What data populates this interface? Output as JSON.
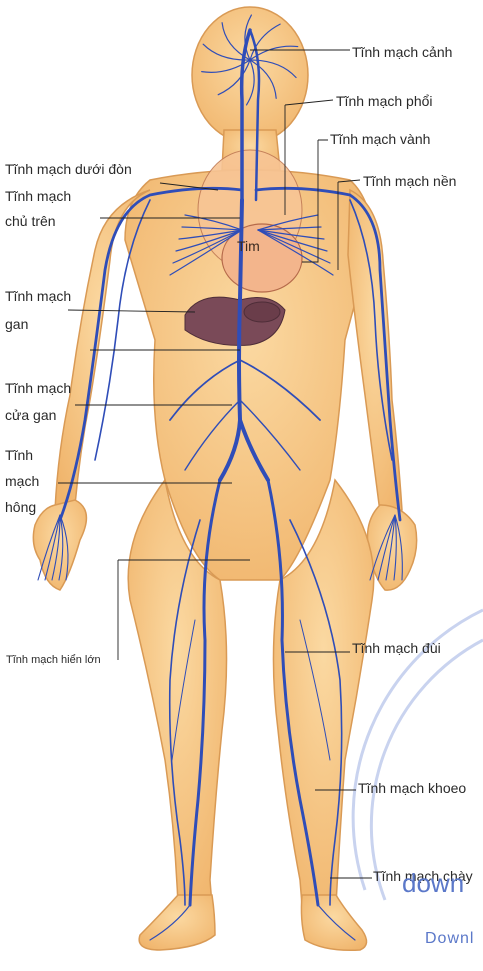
{
  "diagram": {
    "heart_label": "Tim",
    "labels": [
      {
        "id": "tinh-mach-canh",
        "text": "Tĩnh mạch cảnh"
      },
      {
        "id": "tinh-mach-phoi",
        "text": "Tĩnh mạch phổi"
      },
      {
        "id": "tinh-mach-vanh",
        "text": "Tĩnh mạch vành"
      },
      {
        "id": "tinh-mach-nen",
        "text": "Tĩnh mạch nền"
      },
      {
        "id": "tinh-mach-duoi-don",
        "text": "Tĩnh mạch dưới đòn"
      },
      {
        "id": "tinh-mach-chu-tren-1",
        "text": "Tĩnh mạch"
      },
      {
        "id": "tinh-mach-chu-tren-2",
        "text": "chủ trên"
      },
      {
        "id": "tinh-mach-gan-1",
        "text": "Tĩnh mạch"
      },
      {
        "id": "tinh-mach-gan-2",
        "text": "gan"
      },
      {
        "id": "tinh-mach-cua-gan-1",
        "text": "Tĩnh mạch"
      },
      {
        "id": "tinh-mach-cua-gan-2",
        "text": "cửa gan"
      },
      {
        "id": "tinh-mach-hong-1",
        "text": "Tĩnh"
      },
      {
        "id": "tinh-mach-hong-2",
        "text": "mạch"
      },
      {
        "id": "tinh-mach-hong-3",
        "text": "hông"
      },
      {
        "id": "tinh-mach-hien-lon",
        "text": "Tĩnh mạch hiển lớn"
      },
      {
        "id": "tinh-mach-dui",
        "text": "Tĩnh mạch đùi"
      },
      {
        "id": "tinh-mach-khoeo",
        "text": "Tĩnh mạch khoeo"
      },
      {
        "id": "tinh-mach-chay",
        "text": "Tĩnh mạch chày"
      }
    ]
  },
  "watermark": {
    "line1": "down",
    "line2": "Downl"
  },
  "colors": {
    "skin": "#f6c27c",
    "skin_edge": "#d99a55",
    "vein": "#2f4db8",
    "organ": "#f3b58c",
    "liver": "#7a4a58",
    "watermark": "#5b78c9"
  }
}
